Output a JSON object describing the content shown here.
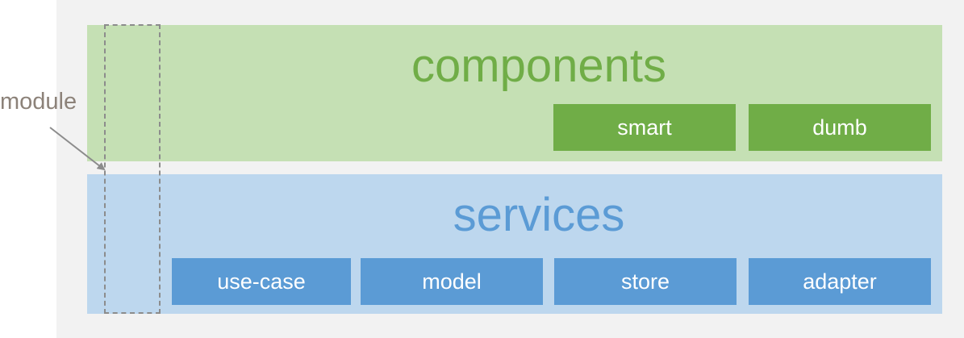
{
  "layers": {
    "components": {
      "title": "components",
      "items": [
        "smart",
        "dumb"
      ]
    },
    "services": {
      "title": "services",
      "items": [
        "use-case",
        "model",
        "store",
        "adapter"
      ]
    }
  },
  "module": {
    "label": "module"
  },
  "colors": {
    "components_bg": "#c5e0b4",
    "components_accent": "#70ad47",
    "services_bg": "#bdd7ee",
    "services_accent": "#5b9bd5",
    "canvas_bg": "#f2f2f2",
    "module_label": "#8c8279"
  }
}
